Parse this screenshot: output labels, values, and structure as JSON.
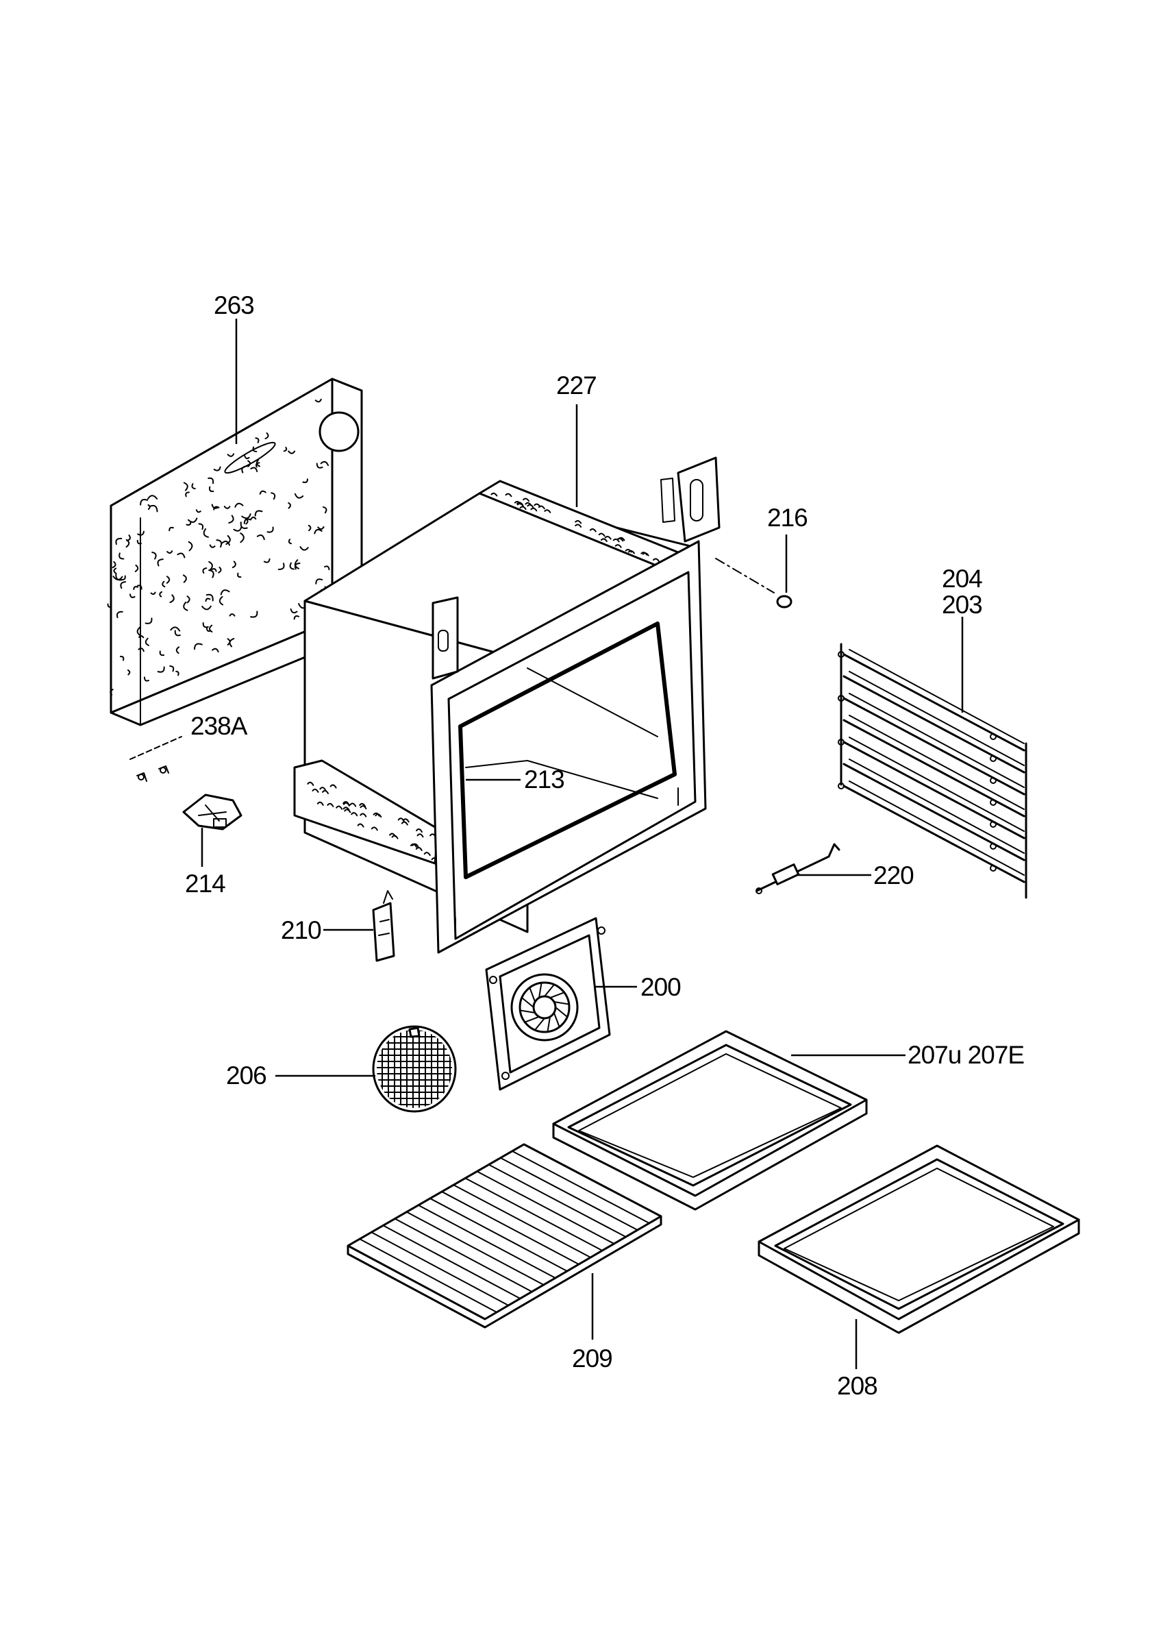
{
  "labels": {
    "p263": "263",
    "p227": "227",
    "p216": "216",
    "p204": "204",
    "p203": "203",
    "p238A": "238A",
    "p213": "213",
    "p214": "214",
    "p220": "220",
    "p210": "210",
    "p200": "200",
    "p206": "206",
    "p207": "207u 207E",
    "p209": "209",
    "p208": "208"
  },
  "colors": {
    "ink": "#000000",
    "paper": "#ffffff"
  }
}
